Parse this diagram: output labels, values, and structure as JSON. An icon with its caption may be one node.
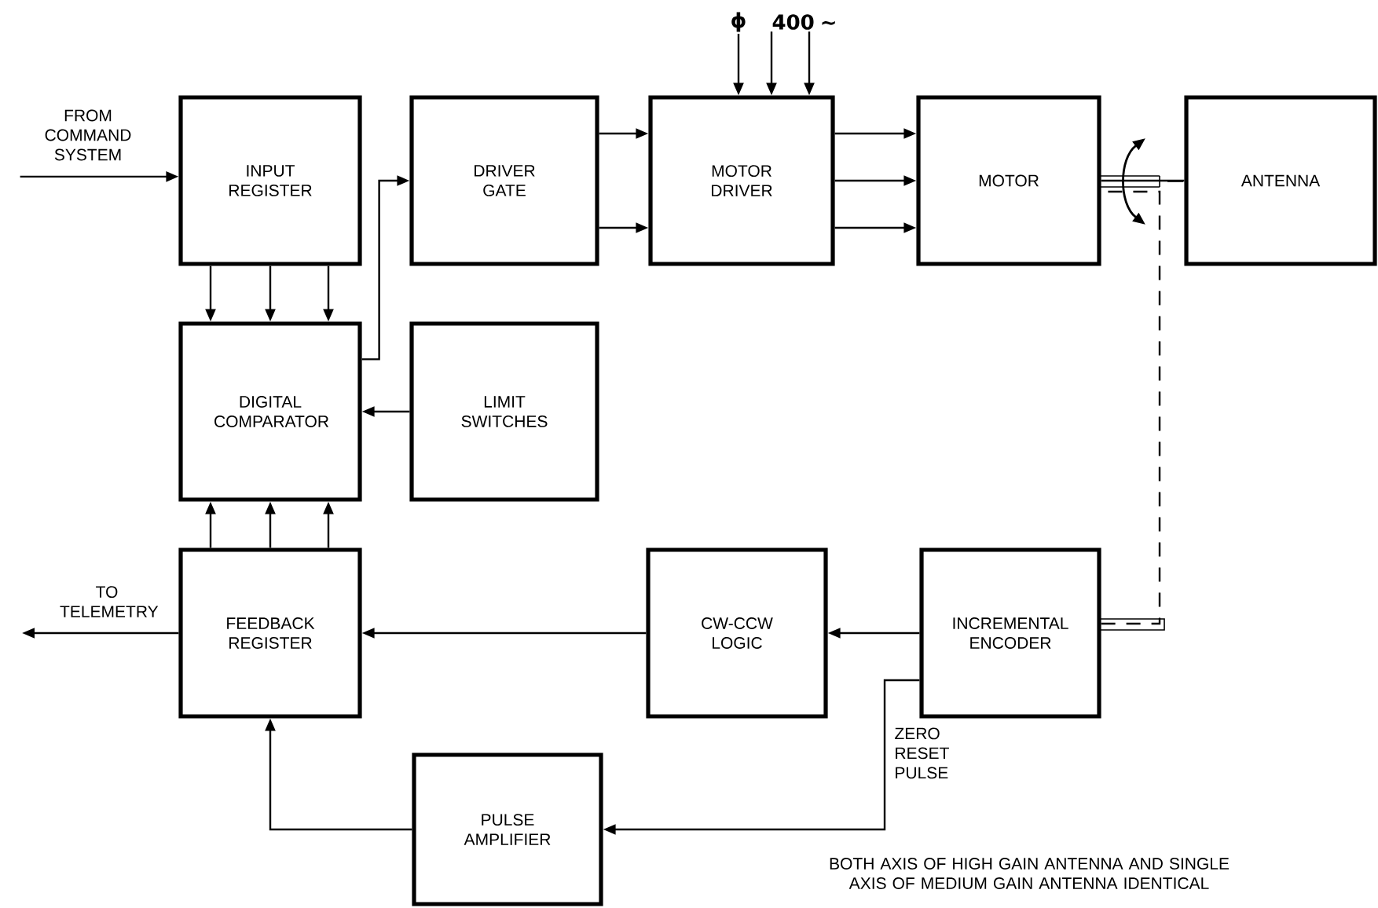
{
  "diagram": {
    "nodes": [
      {
        "text": [
          "FROM COMMAND SYSTEM"
        ]
      },
      {
        "text": [
          "INPUT REGISTER"
        ]
      },
      {
        "text": [
          "DRIVER GATE"
        ]
      },
      {
        "text": [
          "MOTOR DRIVER"
        ]
      },
      {
        "text": [
          "MOTOR"
        ]
      },
      {
        "text": [
          "ANTENNA"
        ]
      },
      {
        "text": [
          "DIGITAL COMPARATOR"
        ]
      },
      {
        "text": [
          "LIMIT SWITCHES"
        ]
      },
      {
        "text": [
          "TO TELEMETRY"
        ]
      },
      {
        "text": [
          "FEEDBACK REGISTER"
        ]
      },
      {
        "text": [
          "CW-CCW LOGIC"
        ]
      },
      {
        "text": [
          "INCREMENTAL ENCODER"
        ]
      },
      {
        "text": [
          "PULSE AMPLIFIER"
        ]
      },
      {
        "text": [
          "ϕ"
        ]
      },
      {
        "text": [
          "400 ~"
        ]
      }
    ],
    "edges": [
      {
        "from": 0,
        "to": 1,
        "arrow": "to"
      },
      {
        "from": 1,
        "to": 6,
        "arrow": "to"
      },
      {
        "from": 1,
        "to": 6,
        "arrow": "to"
      },
      {
        "from": 1,
        "to": 6,
        "arrow": "to"
      },
      {
        "from": 6,
        "to": 2,
        "arrow": "to"
      },
      {
        "from": 7,
        "to": 6,
        "arrow": "to"
      },
      {
        "from": 2,
        "to": 3,
        "arrow": "to"
      },
      {
        "from": 2,
        "to": 3,
        "arrow": "to"
      },
      {
        "from": 13,
        "to": 3,
        "arrow": "to"
      },
      {
        "from": 14,
        "to": 3,
        "arrow": "to"
      },
      {
        "from": 14,
        "to": 3,
        "arrow": "to"
      },
      {
        "from": 3,
        "to": 4,
        "arrow": "to"
      },
      {
        "from": 3,
        "to": 4,
        "arrow": "to"
      },
      {
        "from": 3,
        "to": 4,
        "arrow": "to"
      },
      {
        "from": 4,
        "to": 5,
        "arrow": "none"
      },
      {
        "from": 11,
        "to": 4,
        "arrow": "none",
        "style": "dashed"
      },
      {
        "from": 9,
        "to": 6,
        "arrow": "to"
      },
      {
        "from": 9,
        "to": 6,
        "arrow": "to"
      },
      {
        "from": 9,
        "to": 6,
        "arrow": "to"
      },
      {
        "from": 10,
        "to": 9,
        "arrow": "to"
      },
      {
        "from": 11,
        "to": 10,
        "arrow": "to"
      },
      {
        "from": 11,
        "to": 12,
        "arrow": "to",
        "label": "ZERO RESET PULSE"
      },
      {
        "from": 12,
        "to": 9,
        "arrow": "to"
      },
      {
        "from": 9,
        "to": 8,
        "arrow": "to"
      }
    ],
    "labels": [
      "BOTH AXIS OF HIGH GAIN ANTENNA AND SINGLE AXIS OF MEDIUM GAIN ANTENNA IDENTICAL"
    ]
  }
}
